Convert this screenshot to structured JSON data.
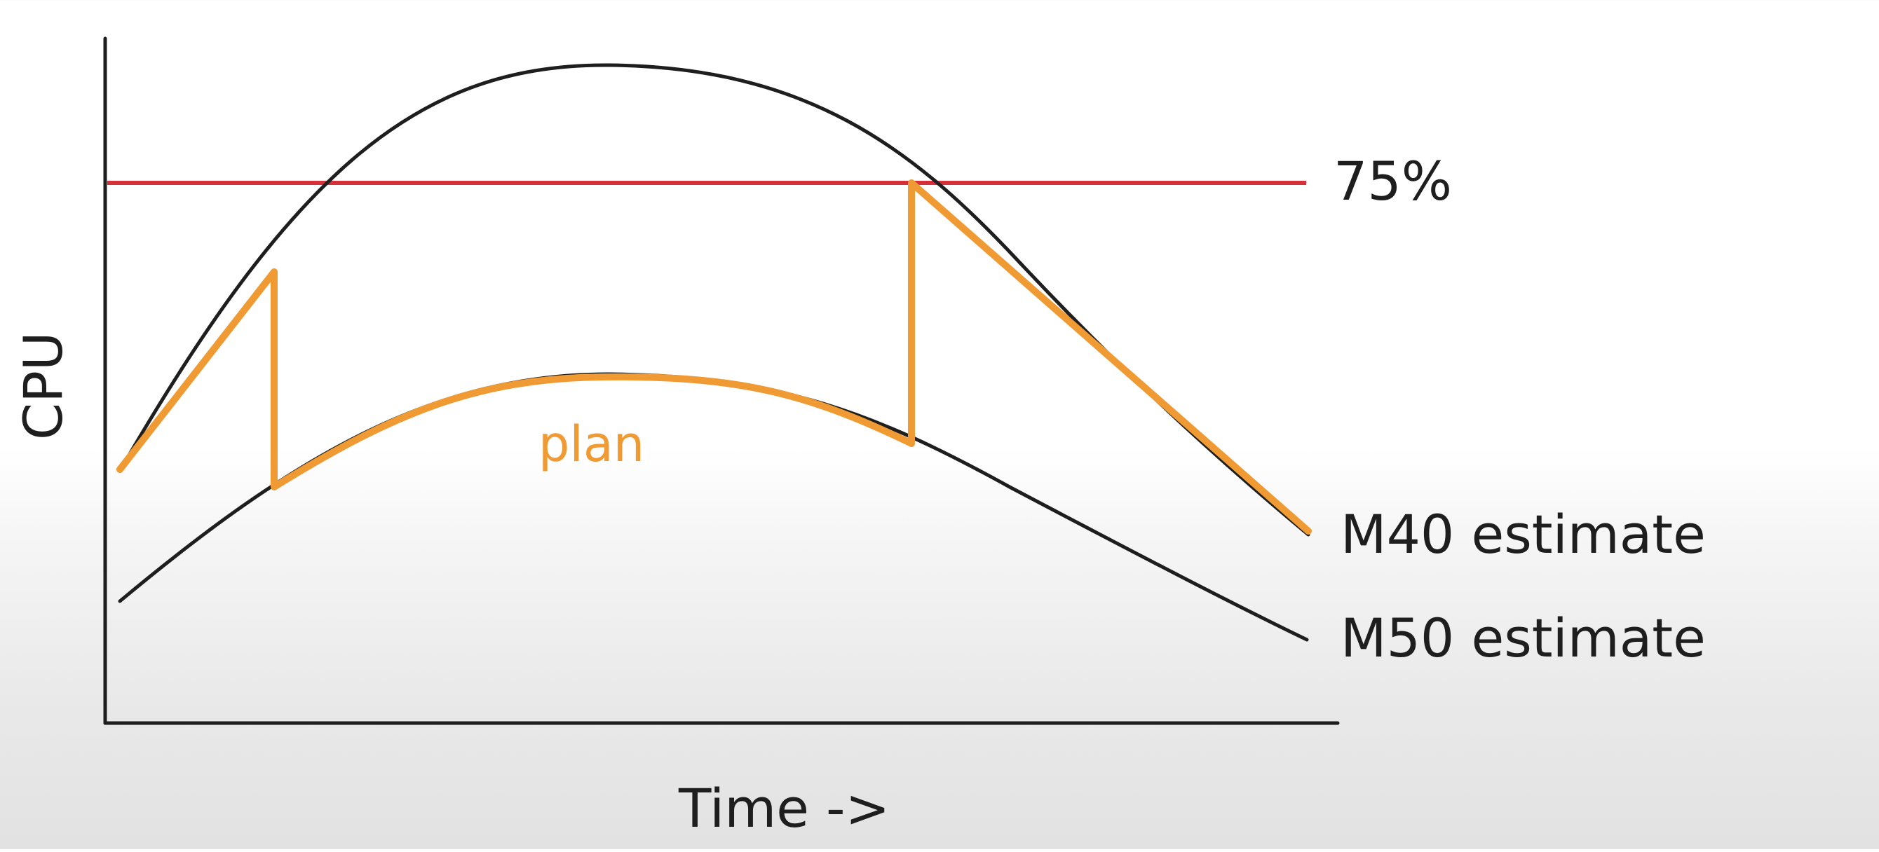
{
  "diagram": {
    "axes": {
      "x_label": "Time ->",
      "y_label": "CPU"
    },
    "threshold": {
      "label": "75%",
      "color": "#d6313a"
    },
    "curves": [
      {
        "label": "M40 estimate",
        "color": "#1e1e1e"
      },
      {
        "label": "M50 estimate",
        "color": "#1e1e1e"
      }
    ],
    "plan": {
      "label": "plan",
      "color": "#f09a34"
    }
  }
}
